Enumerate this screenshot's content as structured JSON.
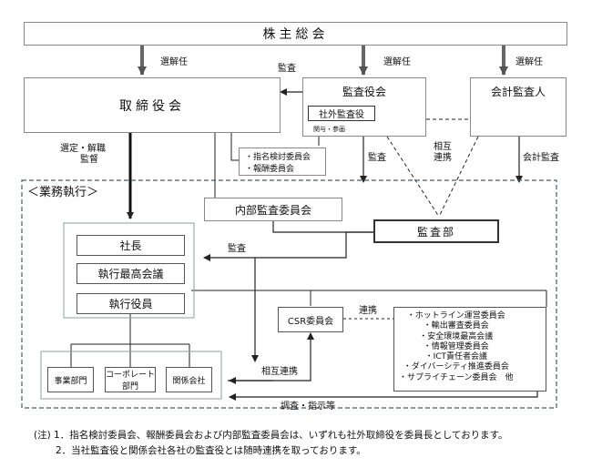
{
  "boxes": {
    "shareholders": "株主総会",
    "board": "取締役会",
    "auditors": "監査役会",
    "outside_auditor": "社外監査役",
    "accounting_auditor": "会計監査人",
    "committees": [
      "・指名検討委員会",
      "・報酬委員会"
    ],
    "internal_audit_committee": "内部監査委員会",
    "audit_dept": "監査部",
    "president": "社長",
    "exec_meeting": "執行最高会議",
    "officers": "執行役員",
    "csr": "CSR委員会",
    "business_div": "事業部門",
    "corporate_div": [
      "コーポレート",
      "部門"
    ],
    "affiliates": "関係会社",
    "committee_list": [
      "・ホットライン運営委員会",
      "・輸出審査委員会",
      "・安全環境最高会議",
      "・情報管理委員会",
      "・ICT責任者会議",
      "・ダイバーシティ推進委員会",
      "・サプライチェーン委員会　他"
    ]
  },
  "labels": {
    "elect1": "選解任",
    "elect2": "選解任",
    "elect3": "選解任",
    "audit_board": "監査",
    "select_dismiss": [
      "選定・解職",
      "監督"
    ],
    "involve": "関与・参画",
    "audit_down": "監査",
    "mutual1": [
      "相互",
      "連携"
    ],
    "accounting_audit": "会計監査",
    "business_exec": "＜業務執行＞",
    "audit_left": "監査",
    "liaison": "連携",
    "mutual2": "相互連携",
    "survey": "調査・指示等"
  },
  "notes": [
    "(注) 1．指名検討委員会、報酬委員会および内部監査委員会は、いずれも社外取締役を委員長としております。",
    "2．当社監査役と関係会社各社の監査役とは随時連携を取っております。"
  ]
}
